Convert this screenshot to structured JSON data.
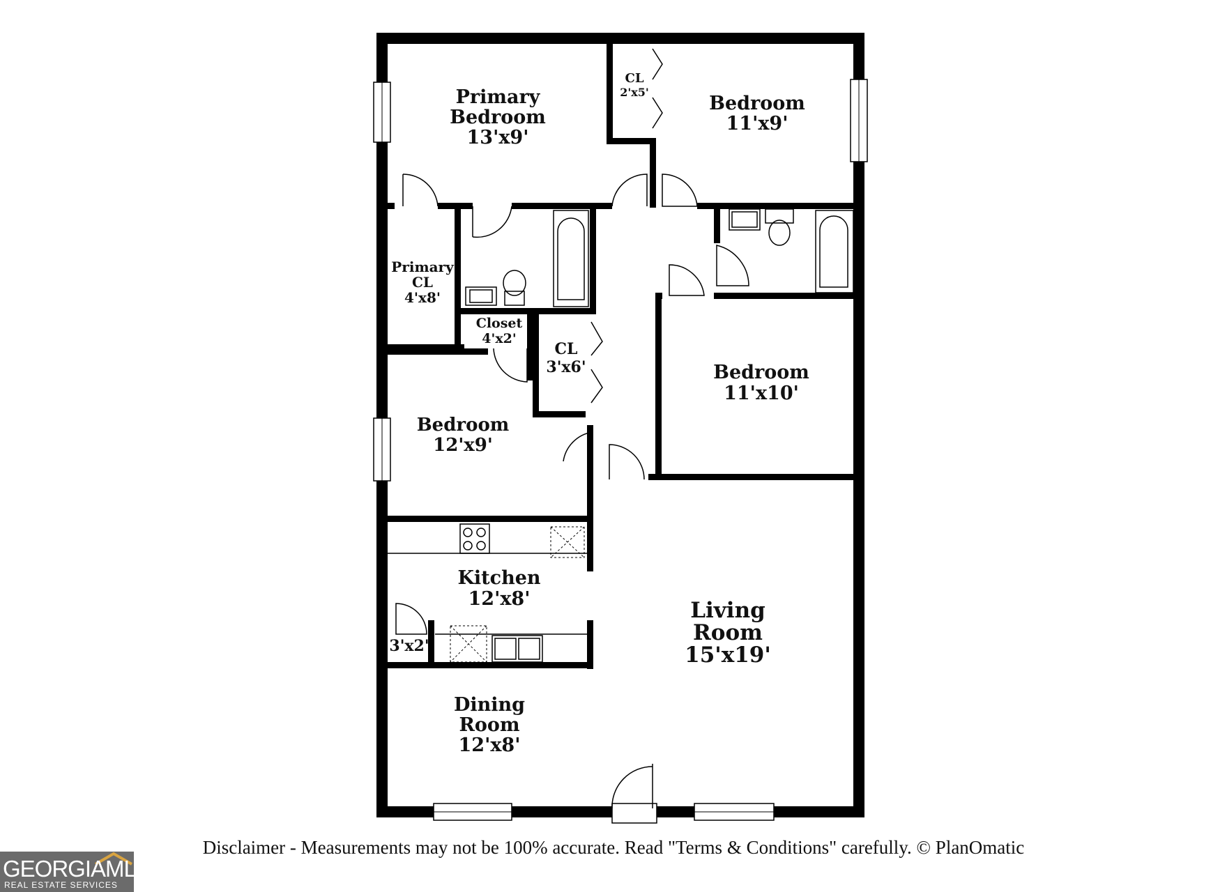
{
  "rooms": {
    "primary_bedroom": {
      "name": [
        "Primary",
        "Bedroom"
      ],
      "size": "13'x9'"
    },
    "closet_top": {
      "name": "CL",
      "size": "2'x5'"
    },
    "bedroom_ne": {
      "name": "Bedroom",
      "size": "11'x9'"
    },
    "primary_closet": {
      "name": [
        "Primary",
        "CL"
      ],
      "size": "4'x8'"
    },
    "closet_small": {
      "name": "Closet",
      "size": "4'x2'"
    },
    "closet_hall": {
      "name": "CL",
      "size": "3'x6'"
    },
    "bedroom_e": {
      "name": "Bedroom",
      "size": "11'x10'"
    },
    "bedroom_w": {
      "name": "Bedroom",
      "size": "12'x9'"
    },
    "kitchen": {
      "name": "Kitchen",
      "size": "12'x8'"
    },
    "pantry": {
      "size": "3'x2'"
    },
    "living_room": {
      "name": [
        "Living",
        "Room"
      ],
      "size": "15'x19'"
    },
    "dining_room": {
      "name": [
        "Dining",
        "Room"
      ],
      "size": "12'x8'"
    }
  },
  "disclaimer": "Disclaimer - Measurements may not be 100% accurate. Read \"Terms & Conditions\" carefully. © PlanOmatic",
  "logo": {
    "main": "GEORGIAMLS",
    "sub": "REAL ESTATE SERVICES"
  },
  "colors": {
    "wall": "#000000",
    "background": "#ffffff",
    "logo_bg": "#6b6b6b"
  }
}
